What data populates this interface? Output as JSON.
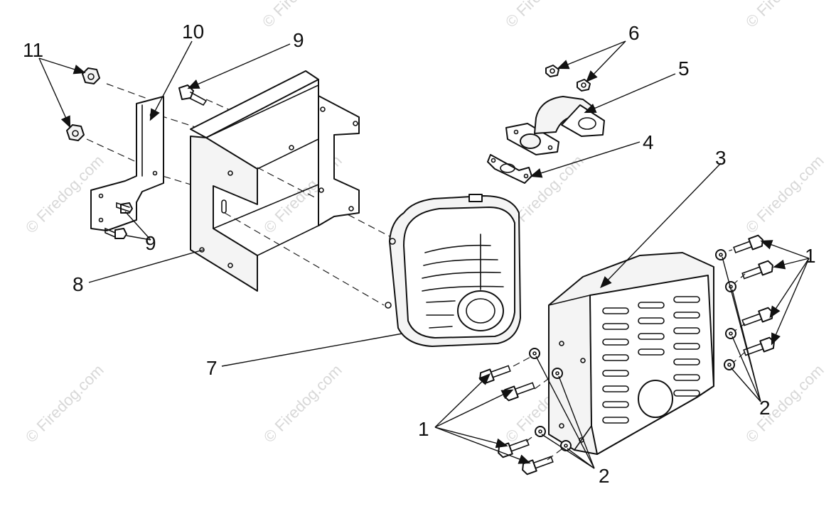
{
  "watermark": {
    "text": "© Firedog.com",
    "text_top": "© Fire"
  },
  "callouts": {
    "c1": "1",
    "c2": "2",
    "c3": "3",
    "c4": "4",
    "c5": "5",
    "c6": "6",
    "c7": "7",
    "c8": "8",
    "c9": "9",
    "c10": "10",
    "c11": "11"
  },
  "colors": {
    "line": "#111111",
    "watermark": "#d8d8d8",
    "background": "#ffffff"
  }
}
